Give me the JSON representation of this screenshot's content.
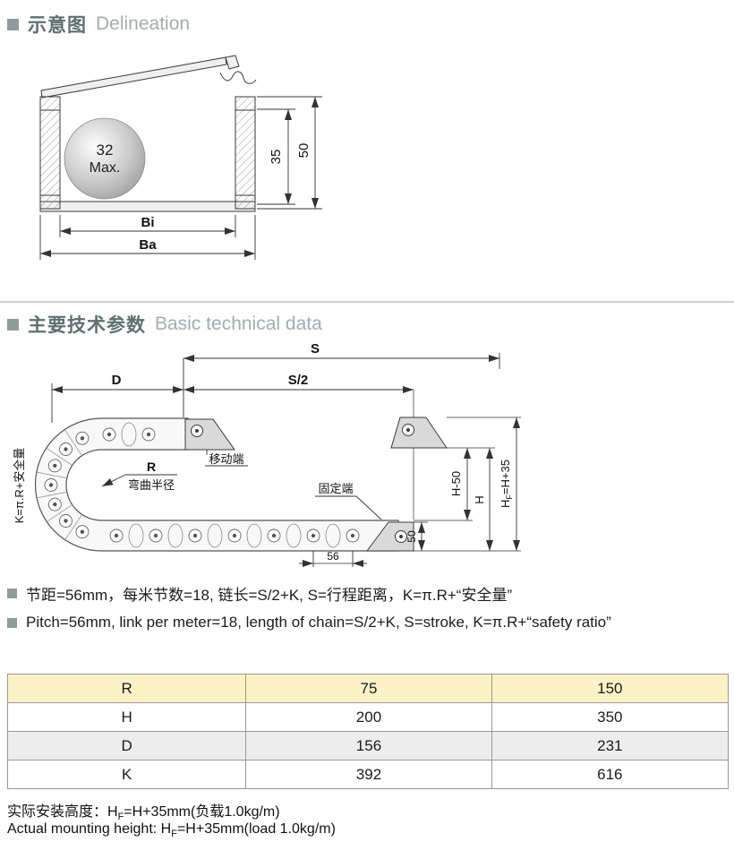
{
  "colors": {
    "section_bullet": "#8f9c9c",
    "title_zh": "#5e6f6f",
    "title_en": "#a3adad",
    "divider": "#ccd2d2",
    "table_header_bg": "#fbf2c5",
    "table_alt_row_bg": "#ededed",
    "table_border": "#999999",
    "diagram_line": "#3a3a3a"
  },
  "sections": {
    "delineation": {
      "zh": "示意图",
      "en": "Delineation"
    },
    "technical": {
      "zh": "主要技术参数",
      "en": "Basic technical data"
    }
  },
  "diagram1": {
    "ball_line1": "32",
    "ball_line2": "Max.",
    "dim_inner_height": "35",
    "dim_outer_height": "50",
    "dim_inner_width": "Bi",
    "dim_outer_width": "Ba"
  },
  "diagram2": {
    "dim_stroke": "S",
    "dim_half_stroke": "S/2",
    "dim_d": "D",
    "radius_symbol": "R",
    "bend_radius_zh": "弯曲半径",
    "moving_end_zh": "移动端",
    "fixed_end_zh": "固定端",
    "k_formula": "K=π.R+安全量",
    "dim_h_minus_50": "H-50",
    "dim_h": "H",
    "hf_prefix": "H",
    "hf_sub": "F",
    "hf_suffix": "=H+35",
    "dim_bracket_50": "50",
    "dim_pitch_56": "56"
  },
  "notes": {
    "zh": "节距=56mm，每米节数=18, 链长=S/2+K, S=行程距离，K=π.R+“安全量”",
    "en": "Pitch=56mm, link per meter=18, length of chain=S/2+K, S=stroke, K=π.R+“safety ratio”"
  },
  "table": {
    "rows": [
      {
        "label": "R",
        "col1": "75",
        "col2": "150"
      },
      {
        "label": "H",
        "col1": "200",
        "col2": "350"
      },
      {
        "label": "D",
        "col1": "156",
        "col2": "231"
      },
      {
        "label": "K",
        "col1": "392",
        "col2": "616"
      }
    ]
  },
  "footer": {
    "zh_prefix": "实际安装高度：H",
    "zh_sub": "F",
    "zh_suffix": "=H+35mm(负载1.0kg/m)",
    "en_prefix": "Actual mounting height: H",
    "en_sub": "F",
    "en_suffix": "=H+35mm(load 1.0kg/m)"
  }
}
